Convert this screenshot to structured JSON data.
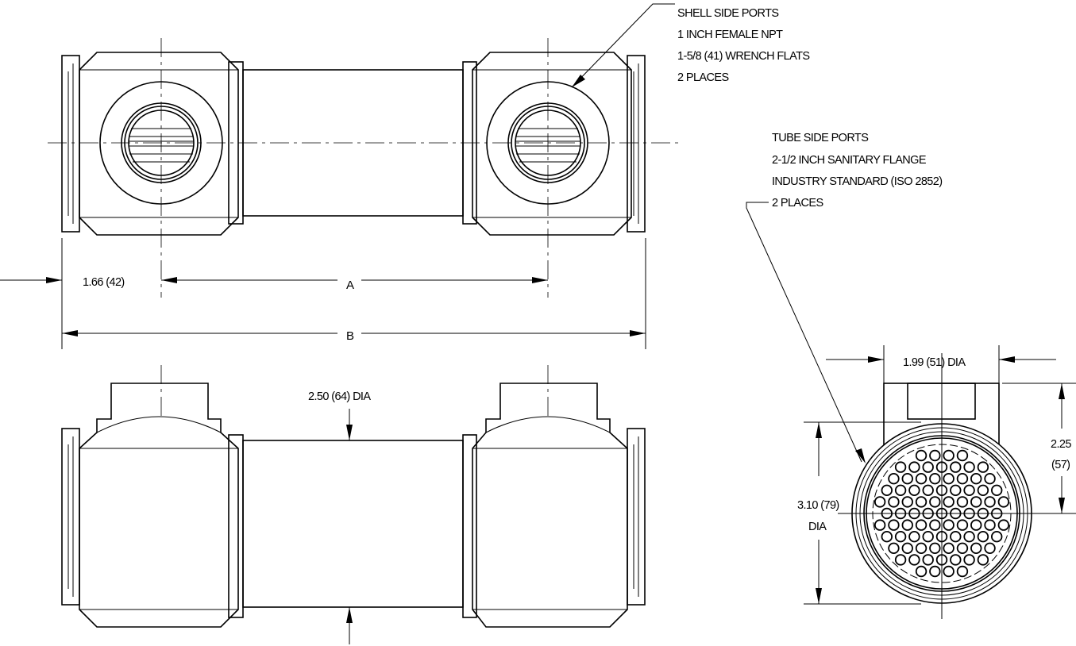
{
  "notes": {
    "shell_side_ports": [
      "SHELL SIDE PORTS",
      "1 INCH FEMALE NPT",
      "1-5/8 (41) WRENCH FLATS",
      "2 PLACES"
    ],
    "tube_side_ports": [
      "TUBE SIDE PORTS",
      "2-1/2 INCH SANITARY FLANGE",
      "INDUSTRY STANDARD (ISO 2852)",
      "2 PLACES"
    ]
  },
  "dimensions": {
    "port_offset": "1.66 (42)",
    "a": "A",
    "b": "B",
    "shell_dia": "2.50 (64) DIA",
    "port_dia": "1.99 (51) DIA",
    "port_height_1": "2.25",
    "port_height_2": "(57)",
    "flange_dia_1": "3.10 (79)",
    "flange_dia_2": "DIA"
  },
  "end_view": {
    "tube_rows": [
      4,
      7,
      8,
      9,
      10,
      9,
      10,
      9,
      8,
      7,
      4
    ]
  },
  "colors": {
    "line": "#000000",
    "background": "#ffffff"
  }
}
